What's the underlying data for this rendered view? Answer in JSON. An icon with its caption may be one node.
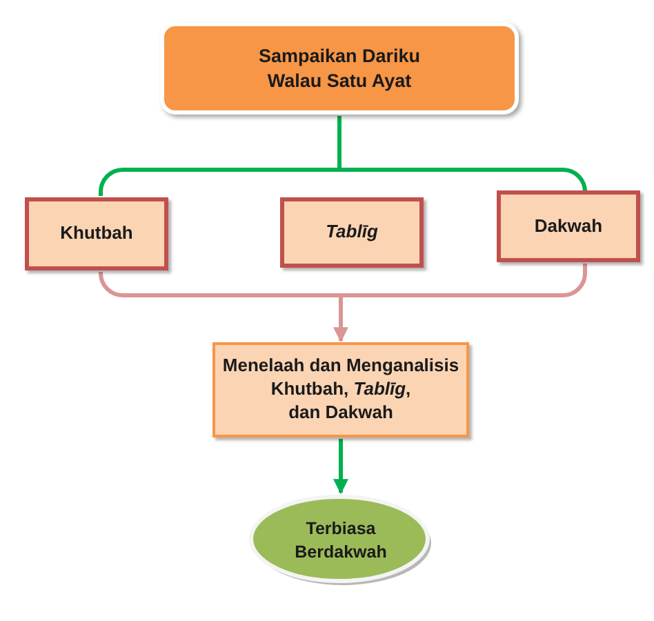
{
  "diagram": {
    "nodes": [
      {
        "text": [
          "Sampaikan Dariku Walau Satu Ayat"
        ]
      },
      {
        "text": [
          "Khutbah"
        ]
      },
      {
        "text": [
          "Tablīg"
        ]
      },
      {
        "text": [
          "Dakwah"
        ]
      },
      {
        "text": [
          "Menelaah dan Menganalisis Khutbah, *Tablīg*, dan Dakwah"
        ]
      },
      {
        "text": [
          "Terbiasa Berdakwah"
        ]
      }
    ],
    "edges": [
      {
        "from": 0,
        "to": 1,
        "arrow": "none",
        "color": "#00b050"
      },
      {
        "from": 0,
        "to": 3,
        "arrow": "none",
        "color": "#00b050"
      },
      {
        "from": 1,
        "to": 4,
        "arrow": "to",
        "color": "#d99694"
      },
      {
        "from": 3,
        "to": 4,
        "arrow": "to",
        "color": "#d99694"
      },
      {
        "from": 4,
        "to": 5,
        "arrow": "to",
        "color": "#00b050"
      }
    ]
  }
}
